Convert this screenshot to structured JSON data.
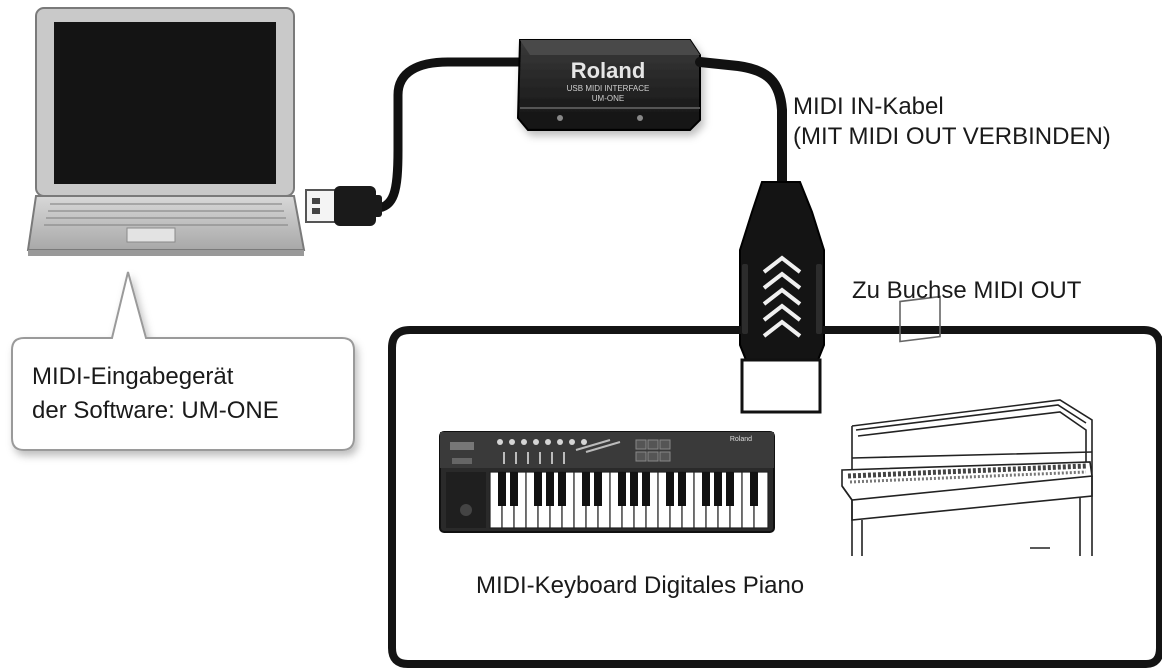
{
  "interface": {
    "brand": "Roland",
    "line1": "USB MIDI INTERFACE",
    "line2": "UM-ONE"
  },
  "keyboard_brand": "Roland",
  "labels": {
    "cable_line1": "MIDI IN-Kabel",
    "cable_line2": "(MIT MIDI OUT VERBINDEN)",
    "midi_out": "Zu Buchse MIDI OUT",
    "devices": "MIDI-Keyboard Digitales Piano"
  },
  "callout": {
    "line1": "MIDI-Eingabegerät",
    "line2": "der Software: UM-ONE"
  },
  "colors": {
    "outline": "#1a1a1a",
    "laptop_screen": "#151515",
    "laptop_body": "#bdbdbd",
    "bubble_border": "#9a9a9a"
  }
}
